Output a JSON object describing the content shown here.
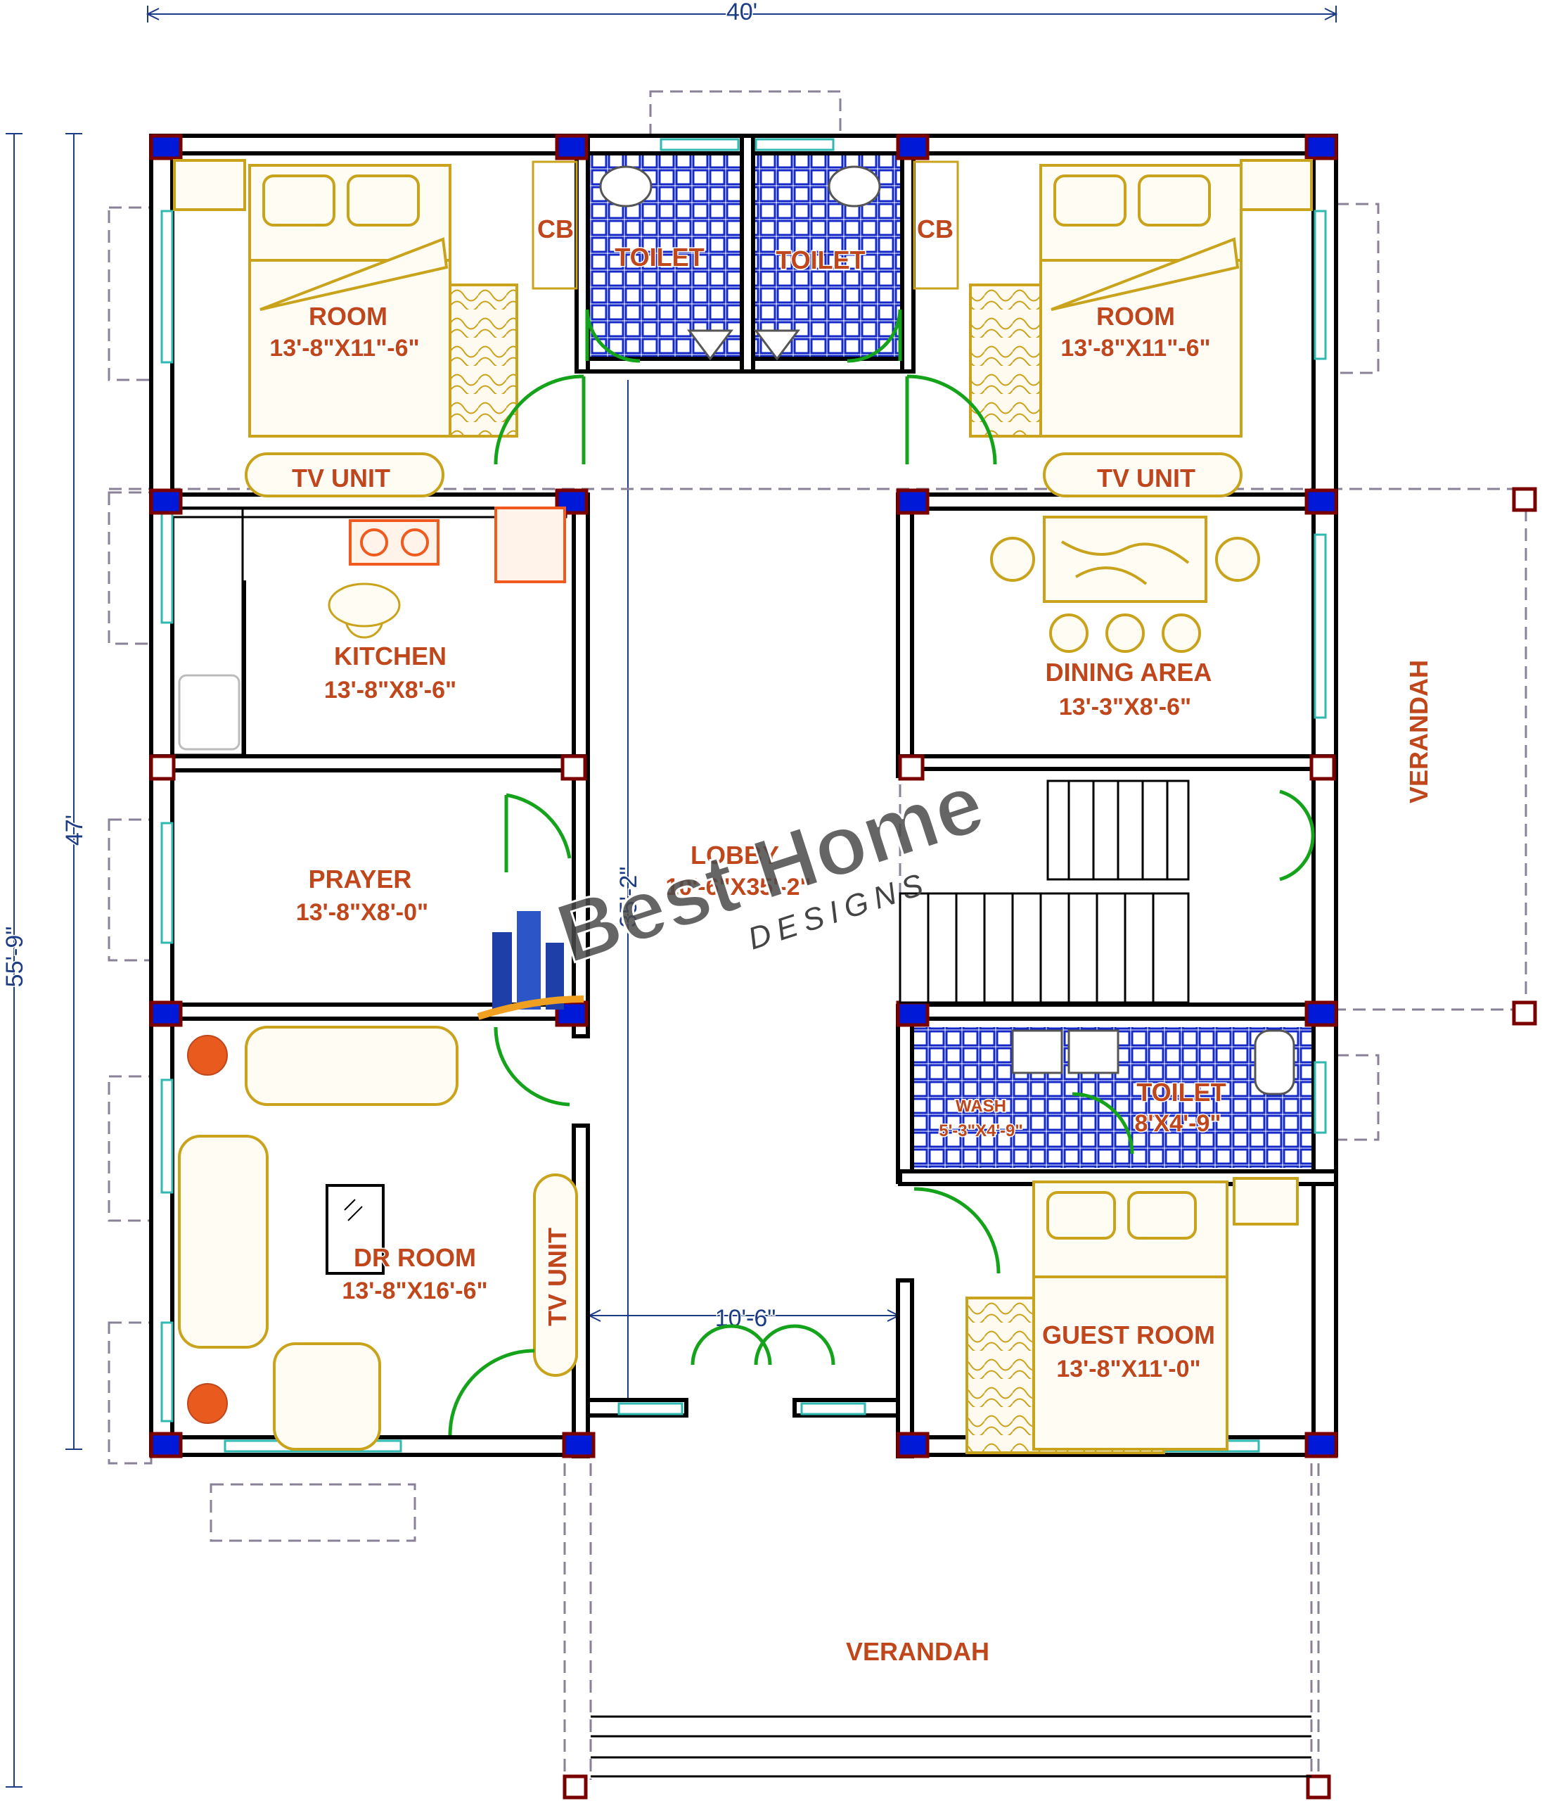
{
  "drawing": {
    "overall_width": "40'",
    "overall_depth_outer": "55'-9\"",
    "overall_depth_inner": "47'",
    "lobby_length_dim": "35'-2\"",
    "lobby_width_dim": "10'-6\""
  },
  "rooms": {
    "room_left": {
      "name": "ROOM",
      "size": "13'-8\"X11\"-6\""
    },
    "room_right": {
      "name": "ROOM",
      "size": "13'-8\"X11\"-6\""
    },
    "toilet_left": {
      "name": "TOILET"
    },
    "toilet_right": {
      "name": "TOILET"
    },
    "cb_left": "CB",
    "cb_right": "CB",
    "tv_unit_left": "TV UNIT",
    "tv_unit_right": "TV UNIT",
    "tv_unit_dr": "TV UNIT",
    "kitchen": {
      "name": "KITCHEN",
      "size": "13'-8\"X8'-6\""
    },
    "dining": {
      "name": "DINING AREA",
      "size": "13'-3\"X8'-6\""
    },
    "verandah_side": "VERANDAH",
    "prayer": {
      "name": "PRAYER",
      "size": "13'-8\"X8'-0\""
    },
    "lobby": {
      "name": "LOBBY",
      "size": "10'-6\"X35'-2\""
    },
    "wash": {
      "name": "WASH",
      "size": "5'-3\"X4'-9\""
    },
    "toilet_guest": {
      "name": "TOILET",
      "size": "8'X4'-9\""
    },
    "dr_room": {
      "name": "DR ROOM",
      "size": "13'-8\"X16'-6\""
    },
    "guest_room": {
      "name": "GUEST ROOM",
      "size": "13'-8\"X11'-0\""
    },
    "verandah_front": "VERANDAH"
  },
  "watermark": {
    "brand": "Best Home",
    "tagline": "DESIGNS"
  },
  "colors": {
    "wall": "#000000",
    "column_fill": "#0018d8",
    "column_border": "#7a0000",
    "furniture": "#c9a31c",
    "door": "#16a31c",
    "window": "#2fb9b0",
    "tile": "#1428c8",
    "label": "#c0461b",
    "dimension": "#1d3c86",
    "dashed": "#8a8098",
    "stove": "#f05a1e"
  }
}
